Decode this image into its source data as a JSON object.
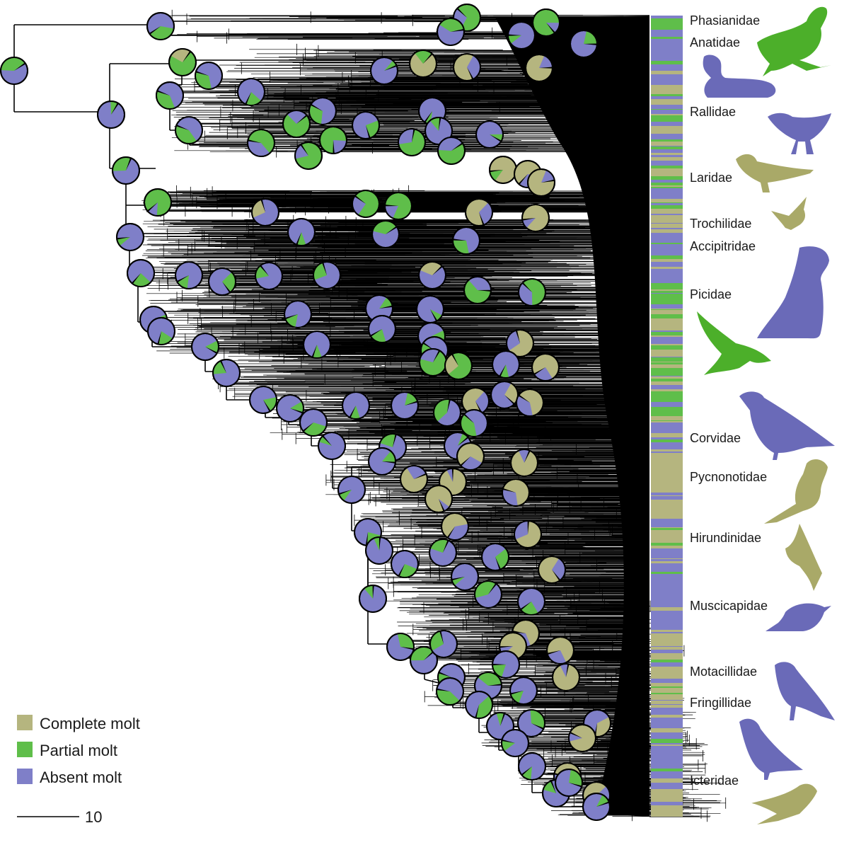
{
  "states": {
    "complete": {
      "label": "Complete molt",
      "color": "#b5b57f"
    },
    "partial": {
      "label": "Partial molt",
      "color": "#5fbe4a"
    },
    "absent": {
      "label": "Absent molt",
      "color": "#7f7fc8"
    }
  },
  "legend": [
    {
      "state": "complete",
      "label": "Complete molt",
      "color": "#b5b57f"
    },
    {
      "state": "partial",
      "label": "Partial molt",
      "color": "#5fbe4a"
    },
    {
      "state": "absent",
      "label": "Absent molt",
      "color": "#7f7fc8"
    }
  ],
  "scale_bar": {
    "value": "10"
  },
  "families": [
    {
      "name": "Phasianidae"
    },
    {
      "name": "Anatidae"
    },
    {
      "name": "Rallidae"
    },
    {
      "name": "Laridae"
    },
    {
      "name": "Trochilidae"
    },
    {
      "name": "Accipitridae"
    },
    {
      "name": "Picidae"
    },
    {
      "name": "Corvidae"
    },
    {
      "name": "Pycnonotidae"
    },
    {
      "name": "Hirundinidae"
    },
    {
      "name": "Muscicapidae"
    },
    {
      "name": "Motacillidae"
    },
    {
      "name": "Fringillidae"
    },
    {
      "name": "Icteridae"
    }
  ],
  "silhouettes": [
    {
      "icon": "grouse-silhouette-icon",
      "color": "#4caf2a"
    },
    {
      "icon": "duck-silhouette-icon",
      "color": "#6a6ab8"
    },
    {
      "icon": "rail-silhouette-icon",
      "color": "#6a6ab8"
    },
    {
      "icon": "gull-silhouette-icon",
      "color": "#a9a968"
    },
    {
      "icon": "hummingbird-silhouette-icon",
      "color": "#a9a968"
    },
    {
      "icon": "eagle-silhouette-icon",
      "color": "#6a6ab8"
    },
    {
      "icon": "flying-bird-silhouette-icon",
      "color": "#4caf2a"
    },
    {
      "icon": "crow-silhouette-icon",
      "color": "#6a6ab8"
    },
    {
      "icon": "bulbul-silhouette-icon",
      "color": "#a9a968"
    },
    {
      "icon": "swallow-silhouette-icon",
      "color": "#a9a968"
    },
    {
      "icon": "flycatcher-silhouette-icon",
      "color": "#6a6ab8"
    },
    {
      "icon": "wagtail-silhouette-icon",
      "color": "#6a6ab8"
    },
    {
      "icon": "finch-silhouette-icon",
      "color": "#6a6ab8"
    },
    {
      "icon": "grackle-silhouette-icon",
      "color": "#a9a968"
    }
  ],
  "tree": {
    "branch_color": "#000000"
  }
}
